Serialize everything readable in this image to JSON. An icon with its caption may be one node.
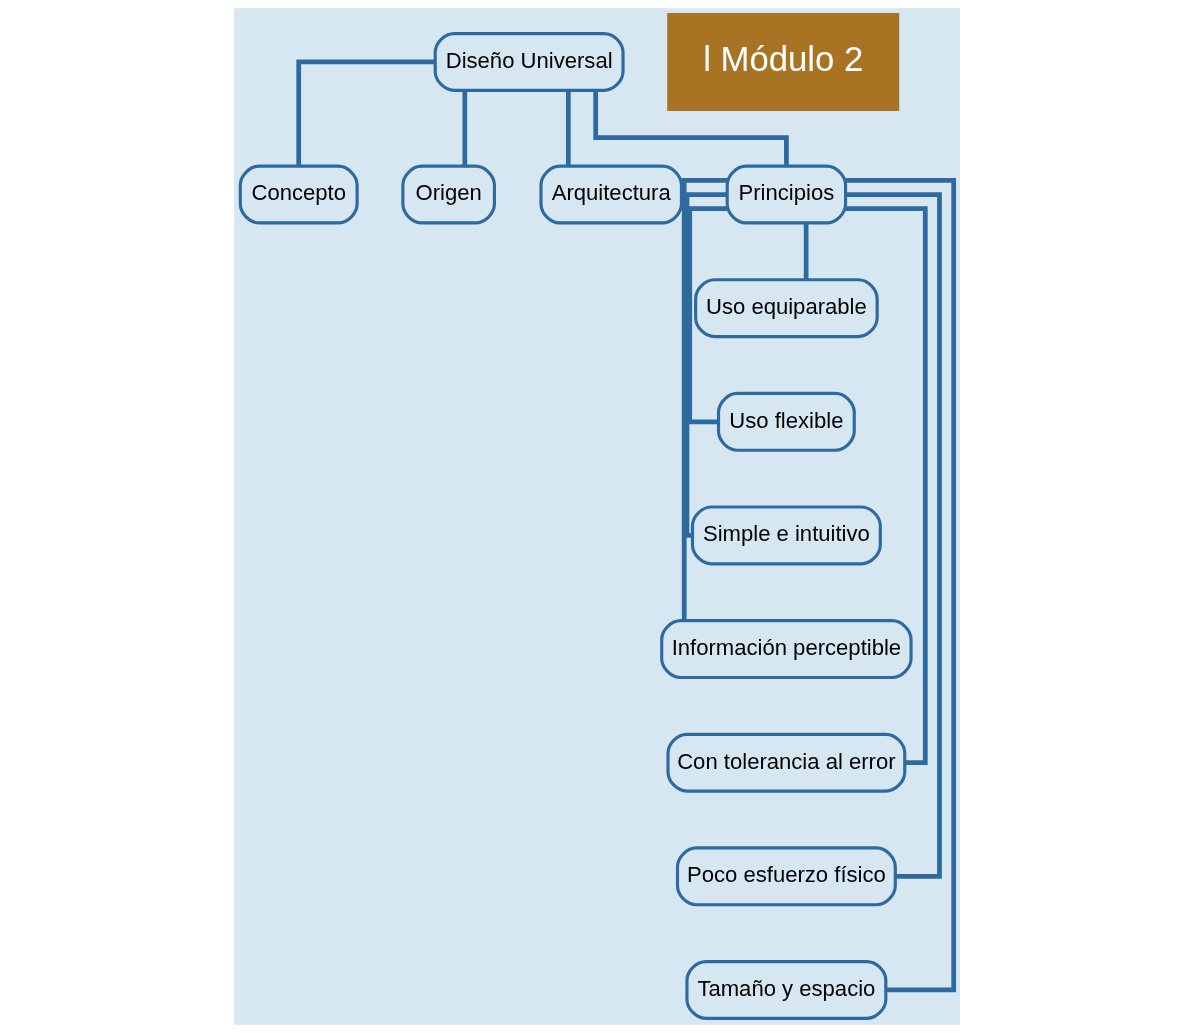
{
  "diagram": {
    "nodes": [
      {
        "text": [
          "Diseño Universal"
        ]
      },
      {
        "text": [
          "Concepto"
        ]
      },
      {
        "text": [
          "Origen"
        ]
      },
      {
        "text": [
          "Arquitectura"
        ]
      },
      {
        "text": [
          "Principios"
        ]
      },
      {
        "text": [
          "Uso equiparable"
        ]
      },
      {
        "text": [
          "Uso flexible"
        ]
      },
      {
        "text": [
          "Simple e intuitivo"
        ]
      },
      {
        "text": [
          "Información perceptible"
        ]
      },
      {
        "text": [
          "Con tolerancia al error"
        ]
      },
      {
        "text": [
          "Poco esfuerzo físico"
        ]
      },
      {
        "text": [
          "Tamaño y espacio"
        ]
      },
      {
        "text": [
          "l Módulo 2"
        ]
      }
    ],
    "edges": [
      {
        "from": 0,
        "to": 1,
        "arrow": "none"
      },
      {
        "from": 0,
        "to": 2,
        "arrow": "none"
      },
      {
        "from": 0,
        "to": 3,
        "arrow": "none"
      },
      {
        "from": 0,
        "to": 4,
        "arrow": "none"
      },
      {
        "from": 4,
        "to": 5,
        "arrow": "none"
      },
      {
        "from": 4,
        "to": 6,
        "arrow": "none"
      },
      {
        "from": 4,
        "to": 7,
        "arrow": "none"
      },
      {
        "from": 4,
        "to": 8,
        "arrow": "none"
      },
      {
        "from": 4,
        "to": 9,
        "arrow": "none"
      },
      {
        "from": 4,
        "to": 10,
        "arrow": "none"
      },
      {
        "from": 4,
        "to": 11,
        "arrow": "none"
      }
    ]
  }
}
